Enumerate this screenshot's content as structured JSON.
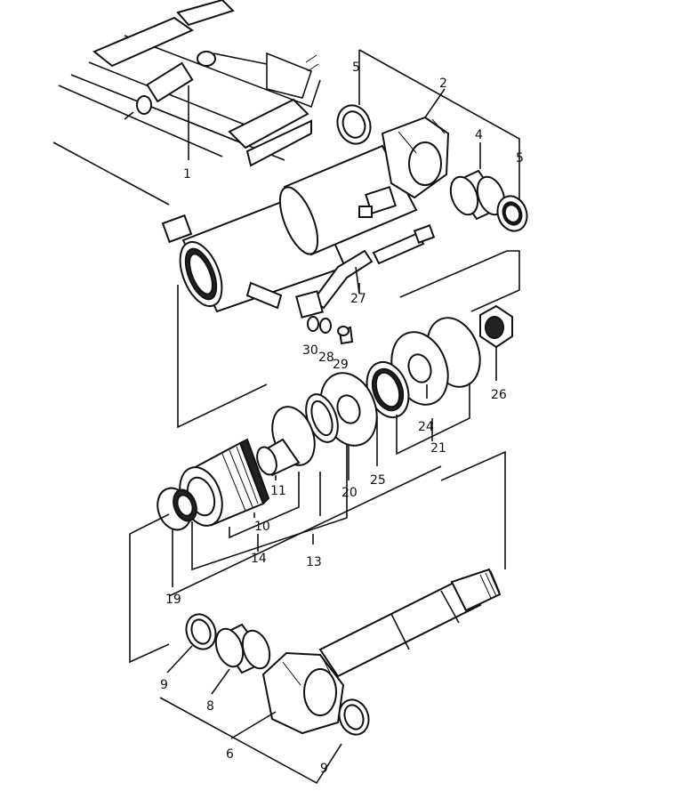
{
  "callouts": {
    "c1": "1",
    "c2": "2",
    "c4": "4",
    "c5a": "5",
    "c5b": "5",
    "c6": "6",
    "c8": "8",
    "c9a": "9",
    "c9b": "9",
    "c10": "10",
    "c11": "11",
    "c13": "13",
    "c14": "14",
    "c19": "19",
    "c20": "20",
    "c21": "21",
    "c24": "24",
    "c25": "25",
    "c26": "26",
    "c27": "27",
    "c28": "28",
    "c29": "29",
    "c30": "30"
  }
}
